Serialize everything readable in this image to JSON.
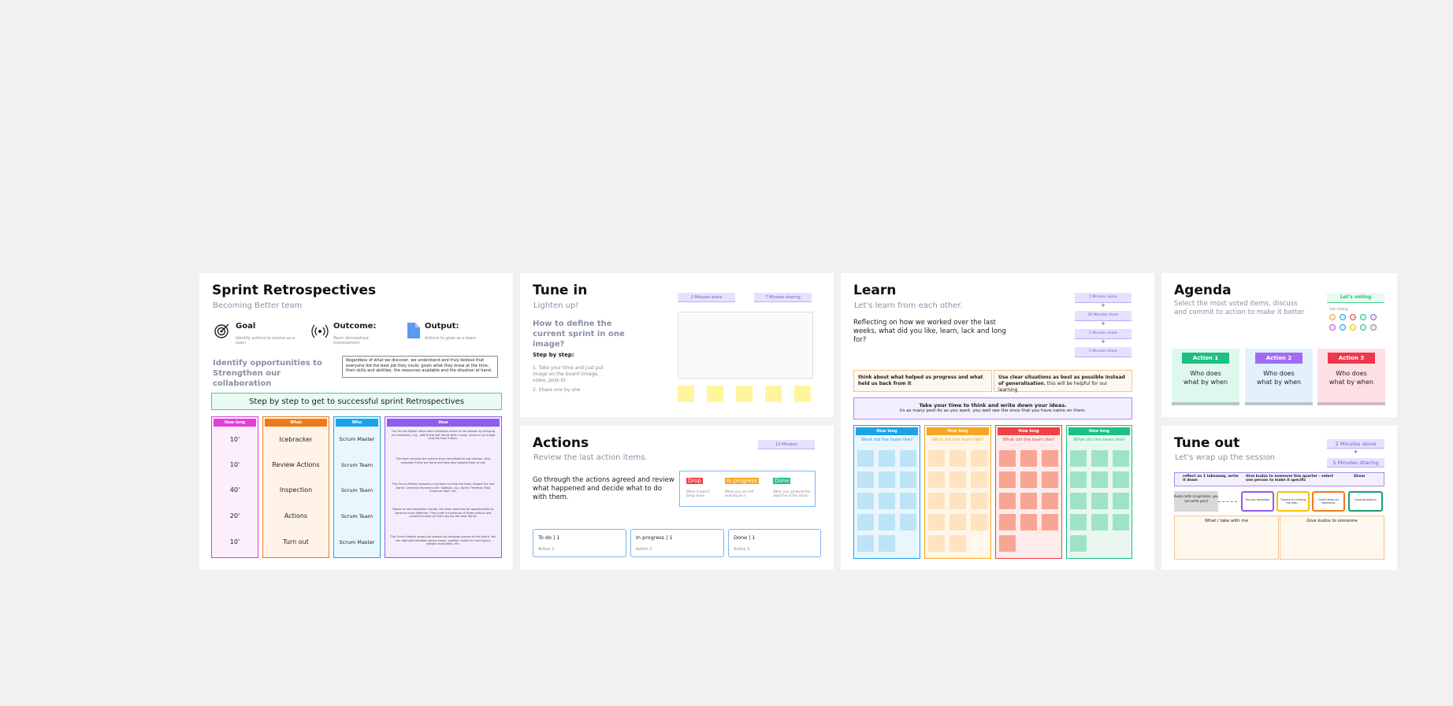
{
  "retro": {
    "title": "Sprint Retrospectives",
    "subtitle": "Becoming Better team",
    "goal_label": "Goal",
    "goal_text": "Identify actions to evolve as a team",
    "outcome_label": "Outcome:",
    "outcome_text": "Team atmosphere improvement",
    "output_label": "Output:",
    "output_text": "Actions to grow as a team",
    "identify_text": "Identify opportunities to Strengthen our collaboration",
    "quote": "Regardless of what we discover, we understand and truly believe that everyone did the best job they could, given what they knew at the time, their skills and abilities, the resources available and the situation at hand.",
    "steps_title": "Step by step to get to successful sprint Retrospectives",
    "col_howlong": "How long",
    "col_what": "What",
    "col_who": "Who",
    "col_how": "How",
    "rows": [
      {
        "time": "10'",
        "what": "Icebracker",
        "who": "Scrum Master",
        "how": "The Scrum Master helps team members arrive in the session by bringing an icebreaker, e.g., define the last Sprint with a song, movie or an image that fits how it went."
      },
      {
        "time": "10'",
        "what": "Review Actions",
        "who": "Scrum Team",
        "how": "The team reviews the actions they committed to last session, they evaluate if they are done and how they helped them or not."
      },
      {
        "time": "40'",
        "what": "Inspection",
        "who": "Scrum Team",
        "how": "The Scrum Master prepares a dynamic to help the team inspect the last Sprint. Common dynamics are: Sailboat, 4Ls, Sprint Timeline, Stop Continue Start, etc."
      },
      {
        "time": "20'",
        "what": "Actions",
        "who": "Scrum Team",
        "how": "Based on the inspection results, the team searches for opportunities to become more effective. They craft a maximum of three actions and commit to work on them during the next Sprint."
      },
      {
        "time": "10'",
        "what": "Turn out",
        "who": "Scrum Master",
        "how": "The Scrum Master wraps the session by bringing closure to the Sprint. You can alternate between giving kudos, speaker report for next Sprint, session evaluation, etc."
      }
    ]
  },
  "tunein": {
    "title": "Tune in",
    "subtitle": "Lighten up!",
    "tag1": "3 Minutes alone",
    "tag2": "7 Minutes sharing",
    "question": "How to define the current sprint in one image?",
    "steps_label": "Step by step:",
    "step1": "1. Take your time and just put image on the board (image, video, post-it)",
    "step2": "2. Share one by one"
  },
  "actions": {
    "title": "Actions",
    "subtitle": "Review the last action items.",
    "tag": "10 Minutes",
    "text": "Go through the actions agreed and review what happened and decide what to do with them.",
    "drop": "Drop",
    "drop_desc": "When it wasn't bring value",
    "inprogress": "In progress",
    "inprogress_desc": "When you are still working on it",
    "done": "Done",
    "done_desc": "When you achieved the objective of the action",
    "todo_title": "To do | 1",
    "todo_item": "Action 1",
    "prog_title": "In progress | 1",
    "prog_item": "Action 2",
    "done_title": "Done | 1",
    "done_item": "Action 3"
  },
  "learn": {
    "title": "Learn",
    "subtitle": "Let's learn from each other.",
    "text": "Reflecting on how we worked over the last weeks, what did you like, learn, lack and long for?",
    "tags": [
      "5 Minutes alone",
      "20 Minutes share",
      "5 Minutes share",
      "5 Minutes share"
    ],
    "plus": "+",
    "hint_left": "think about what helped us progress and what held us back from it",
    "hint_right_bold": "Use clear situations as best as possible instead of generalisation.",
    "hint_right_rest": " this will be helpful for our learning",
    "banner_line1": "Take your time to think and write down your ideas.",
    "banner_line2": "Us as many post-its as you want. you well see the once that you have name on them.",
    "columns": [
      {
        "head": "How long",
        "question": "What did the team like?"
      },
      {
        "head": "How long",
        "question": "What did the team like?"
      },
      {
        "head": "How long",
        "question": "What did the team like?"
      },
      {
        "head": "How long",
        "question": "What did the team like?"
      }
    ]
  },
  "agenda": {
    "title": "Agenda",
    "subtitle": "Select the most voted items, discuss and commit to action to make it better",
    "voting": "Let's voting",
    "got_voting": "Got Voting",
    "cards": [
      {
        "label": "Action 1",
        "text": "Who does what by when"
      },
      {
        "label": "Action 2",
        "text": "Who does what by when"
      },
      {
        "label": "Action 3",
        "text": "Who does what by when"
      }
    ]
  },
  "tuneout": {
    "title": "Tune out",
    "subtitle": "Let's wrap up the session",
    "tag1": "2 Minutes alone",
    "plus": "+",
    "tag2": "5 Minutes sharing",
    "bullet1": "reflect on 1 takeaway, write it down",
    "bullet2": "Give kudos to someone this quarter - select one person to make it specific",
    "bullet3": "Shear",
    "kudo_source": "Kudo cards (inspiration, you can write your)",
    "kudos": [
      "You are awesome",
      "Thanks for helping me with...",
      "Great ideas on Workshop",
      "Congratulations!"
    ],
    "col_left": "What i take with me",
    "col_right": "Give kudos to someone"
  },
  "colors": {
    "pink": "#e03fd8",
    "orange": "#f07a1a",
    "blue": "#1aa3e8",
    "purple": "#8d5cf0",
    "green": "#1dbf85",
    "red": "#f04242",
    "yellow": "#fff59c"
  }
}
